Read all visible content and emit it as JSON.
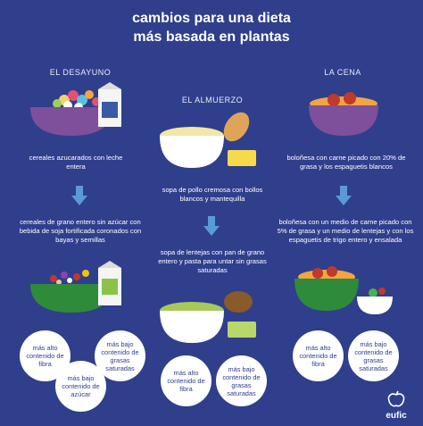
{
  "header": {
    "title_line1": "cambios para una dieta",
    "title_line2": "más basada en plantas"
  },
  "breakfast": {
    "heading": "EL DESAYUNO",
    "before": "cereales azucarados con leche entera",
    "after": "cereales de grano entero sin azúcar con bebida de soja fortificada coronados con bayas y semillas",
    "badges": [
      "más alto contenido de fibra",
      "más bajo contenido de grasas saturadas",
      "más bajo contenido de azúcar"
    ]
  },
  "lunch": {
    "heading": "EL ALMUERZO",
    "before": "sopa de pollo cremosa con bollos blancos y mantequilla",
    "after": "sopa de lentejas con pan de grano entero y pasta para untar sin grasas saturadas",
    "badges": [
      "más alto contenido de fibra",
      "más bajo contenido de grasas saturadas"
    ]
  },
  "dinner": {
    "heading": "LA CENA",
    "before": "boloñesa con carne picado con 20% de grasa y los espaguetis blancos",
    "after": "boloñesa con un medio de carne picado con 5% de grasa y un medio de lentejas y con los espaguetis de trigo entero y ensalada",
    "badges": [
      "más alto contenido de fibra",
      "más bajo contenido de grasas saturadas"
    ]
  },
  "brand": {
    "name": "eufic"
  },
  "colors": {
    "background": "#2f3f8c",
    "arrow": "#5b9bd5",
    "bowl_purple": "#7e4f9a",
    "bowl_green": "#2e8b3a"
  }
}
